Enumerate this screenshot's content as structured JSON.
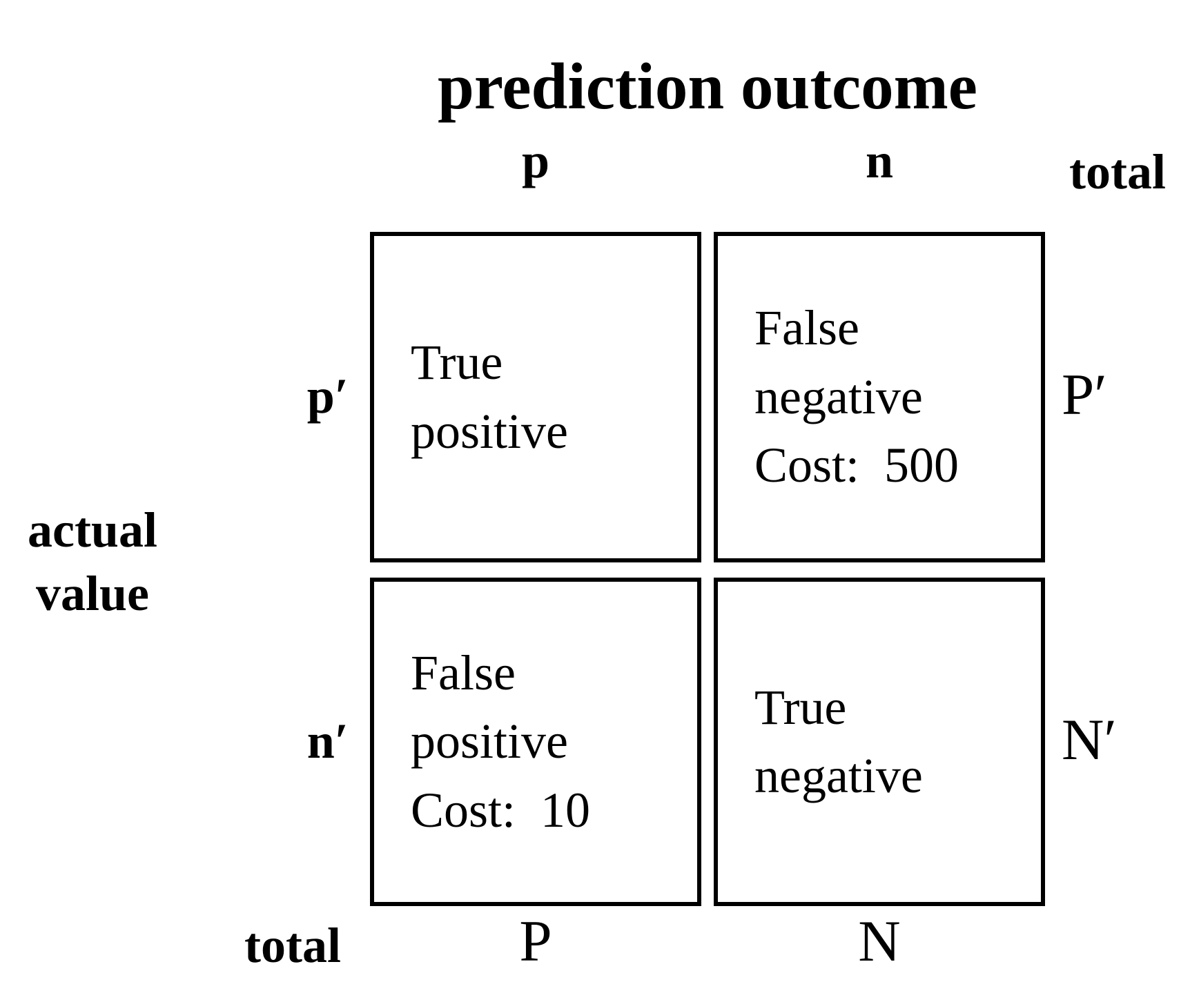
{
  "figure": {
    "title": "prediction outcome",
    "left_axis_label": {
      "line1": "actual",
      "line2": "value"
    },
    "column_headers": {
      "predicted_positive": "p",
      "predicted_negative": "n",
      "total": "total"
    },
    "row_headers": {
      "actual_positive": "p′",
      "actual_negative": "n′"
    },
    "row_totals": {
      "positive": "P′",
      "negative": "N′"
    },
    "column_totals": {
      "label": "total",
      "positive": "P",
      "negative": "N"
    },
    "cells": {
      "true_positive": {
        "lines": [
          "True",
          "positive"
        ]
      },
      "false_negative": {
        "lines": [
          "False",
          "negative",
          "Cost:  500"
        ]
      },
      "false_positive": {
        "lines": [
          "False",
          "positive",
          "Cost:  10"
        ]
      },
      "true_negative": {
        "lines": [
          "True",
          "negative"
        ]
      }
    },
    "colors": {
      "ink": "#000000",
      "background": "#ffffff"
    }
  }
}
